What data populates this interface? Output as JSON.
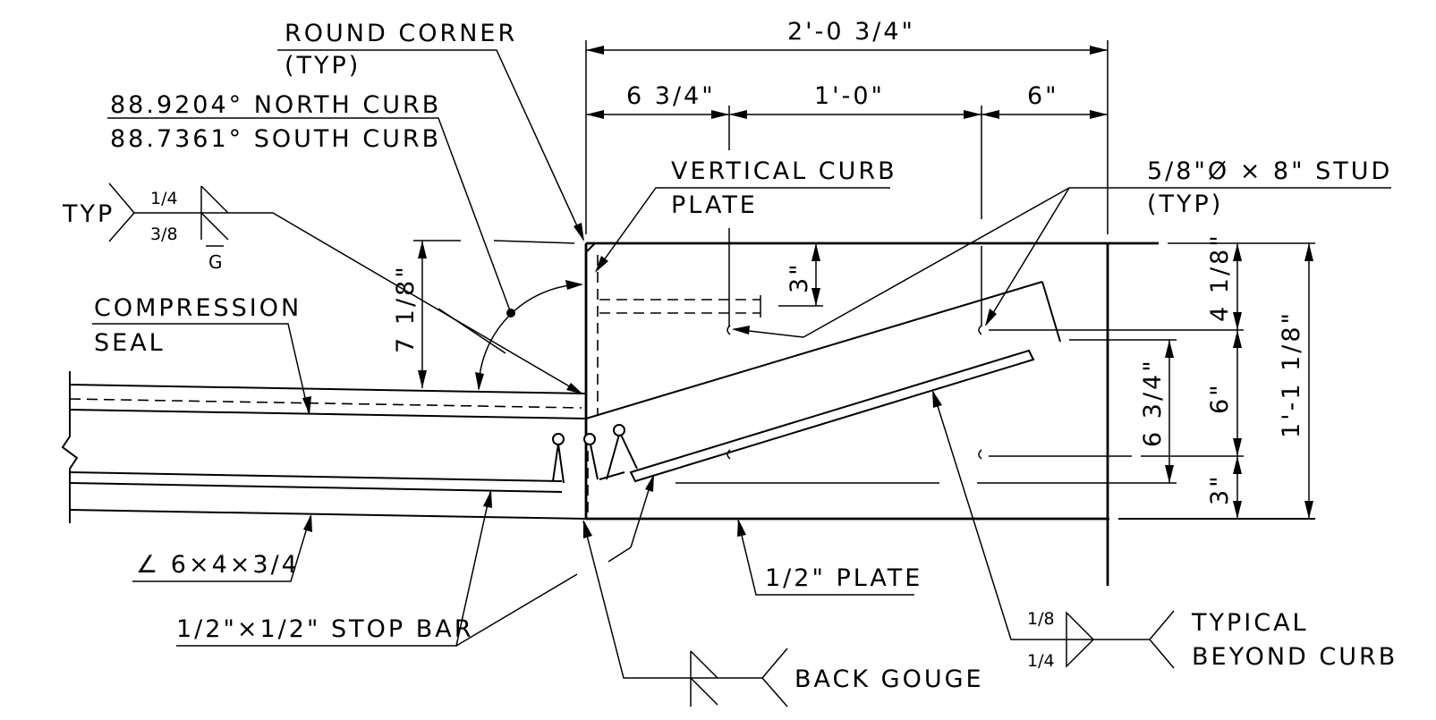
{
  "labels": {
    "round_corner": "ROUND CORNER",
    "round_corner_typ": "(TYP)",
    "angle_north": "88.9204° NORTH CURB",
    "angle_south": "88.7361° SOUTH CURB",
    "weld_typ": "TYP",
    "weld_size_top": "1/4",
    "weld_size_bottom": "3/8",
    "weld_g": "G",
    "compression_seal_1": "COMPRESSION",
    "compression_seal_2": "SEAL",
    "vertical_curb_plate_1": "VERTICAL CURB",
    "vertical_curb_plate_2": "PLATE",
    "stud_1": "5/8\"Ø × 8\" STUD",
    "stud_2": "(TYP)",
    "angle_section": "∠ 6×4×3/4",
    "stop_bar": "1/2\"×1/2\" STOP BAR",
    "half_plate": "1/2\" PLATE",
    "back_gouge": "BACK GOUGE",
    "typical_beyond_1": "TYPICAL",
    "typical_beyond_2": "BEYOND CURB",
    "weld_beyond_top": "1/8",
    "weld_beyond_bottom": "1/4"
  },
  "dimensions": {
    "overall_width": "2'-0 3/4\"",
    "left_segment": "6 3/4\"",
    "middle_segment": "1'-0\"",
    "right_segment": "6\"",
    "depth_left": "7 1/8\"",
    "inner_three": "3\"",
    "right_top": "4 1/8\"",
    "right_middle": "6\"",
    "right_bottom": "3\"",
    "right_inner": "6 3/4\"",
    "right_overall": "1'-1 1/8\""
  }
}
